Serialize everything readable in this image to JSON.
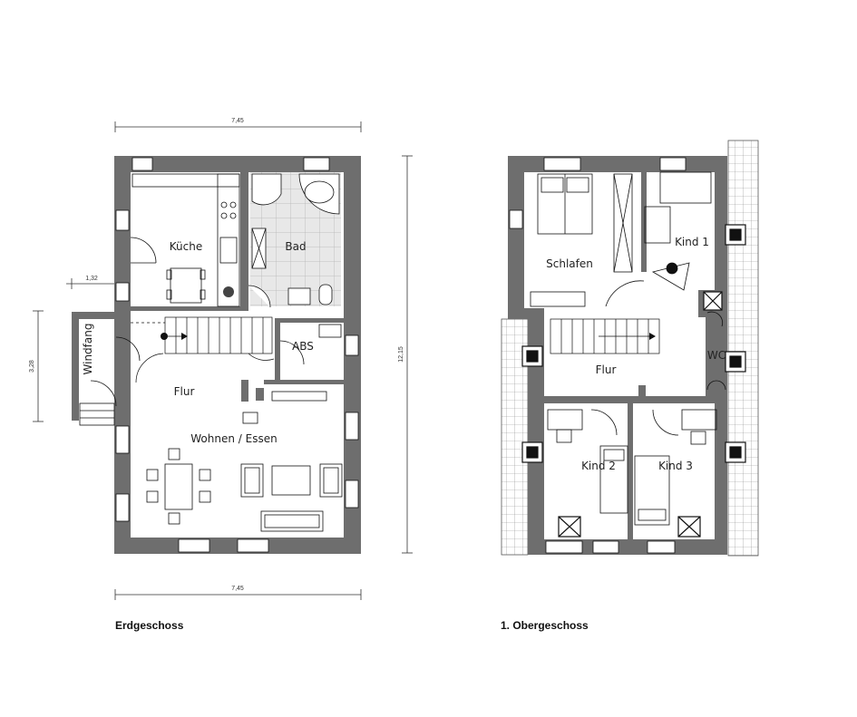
{
  "ground_floor": {
    "caption": "Erdgeschoss",
    "rooms": {
      "kueche": "Küche",
      "bad": "Bad",
      "abs": "ABS",
      "flur": "Flur",
      "windfang": "Windfang",
      "wohnen": "Wohnen / Essen"
    },
    "dimensions": {
      "width_top": "7,45",
      "width_bottom": "7,45",
      "depth": "12,15",
      "windfang_width": "1,32",
      "windfang_depth": "3,28"
    }
  },
  "upper_floor": {
    "caption": "1. Obergeschoss",
    "rooms": {
      "schlafen": "Schlafen",
      "kind1": "Kind 1",
      "kind2": "Kind 2",
      "kind3": "Kind 3",
      "flur": "Flur",
      "wc": "WC"
    }
  },
  "colors": {
    "wall": "#6e6e6e",
    "line": "#111111",
    "tile": "#e6e6e6"
  }
}
